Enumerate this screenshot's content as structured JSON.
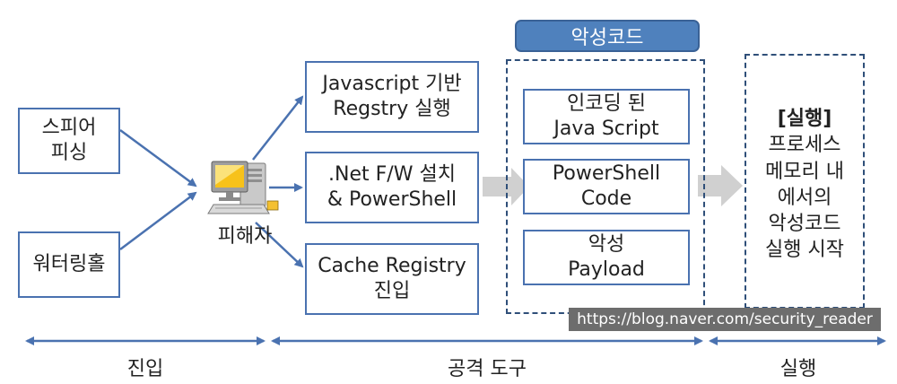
{
  "sources": {
    "spear_phishing": "스피어\n피싱",
    "watering_hole": "워터링홀"
  },
  "victim_label": "피해자",
  "tools": {
    "javascript": "Javascript 기반\nRegstry 실행",
    "dotnet": ".Net F/W 설치\n& PowerShell",
    "cache": "Cache Registry\n진입"
  },
  "malware": {
    "title": "악성코드",
    "encoded_js": "인코딩 된\nJava Script",
    "powershell_code": "PowerShell\nCode",
    "payload": "악성\nPayload"
  },
  "execution": {
    "heading": "[실행]",
    "body": "프로세스\n메모리 내\n에서의\n악성코드\n실행 시작"
  },
  "watermark": "https://blog.naver.com/security_reader",
  "phases": {
    "entry": "진입",
    "attack_tools": "공격 도구",
    "execution": "실행"
  },
  "colors": {
    "arrow_blue": "#4a72b0",
    "box_border": "#4a72b0",
    "dashed_border": "#2f4f79",
    "title_fill": "#4f81bd",
    "flow_gray": "#d0d0d0"
  }
}
